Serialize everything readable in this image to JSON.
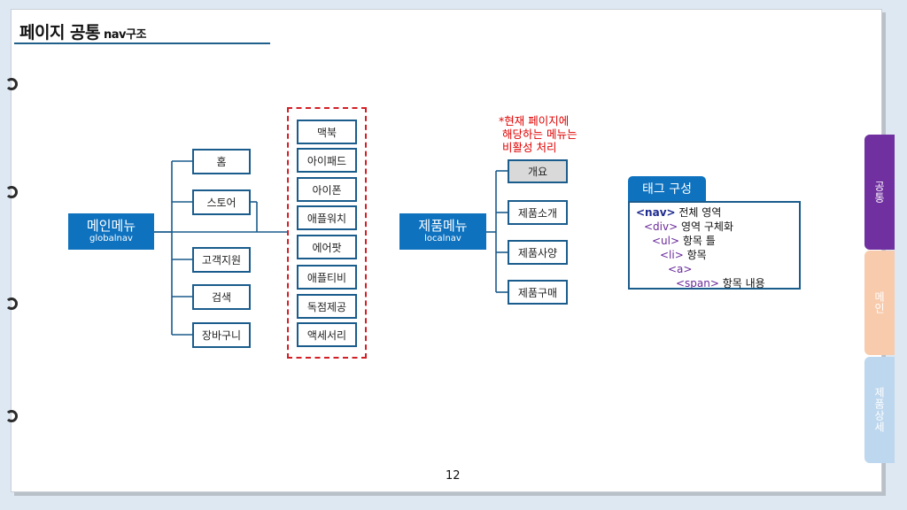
{
  "title": {
    "main": "페이지 공통",
    "sub": "nav구조"
  },
  "global_nav": {
    "title": "메인메뉴",
    "subtitle": "globalnav",
    "items": [
      "홈",
      "스토어",
      "고객지원",
      "검색",
      "장바구니"
    ]
  },
  "store_submenu": [
    "맥북",
    "아이패드",
    "아이폰",
    "애플워치",
    "에어팟",
    "애플티비",
    "독점제공",
    "액세서리"
  ],
  "local_nav": {
    "title": "제품메뉴",
    "subtitle": "localnav",
    "items": [
      "개요",
      "제품소개",
      "제품사양",
      "제품구매"
    ]
  },
  "note": "*현재 페이지에\n 해당하는 메뉴는\n 비활성 처리",
  "tag_structure": {
    "header": "태그 구성",
    "lines": [
      {
        "tag": "<nav>",
        "desc": " 전체 영역"
      },
      {
        "tag": "<div>",
        "desc": " 영역 구체화"
      },
      {
        "tag": "<ul>",
        "desc": " 항목 틀"
      },
      {
        "tag": "<li>",
        "desc": " 항목"
      },
      {
        "tag": "<a>",
        "desc": ""
      },
      {
        "tag": "<span>",
        "desc": " 항목 내용"
      }
    ]
  },
  "page_number": "12",
  "side_tabs": [
    {
      "label": "공통",
      "color": "#7030a0"
    },
    {
      "label": "메인",
      "color": "#f8cbad"
    },
    {
      "label": "제품상세",
      "color": "#bdd7ee"
    }
  ],
  "colors": {
    "accent": "#0e72bf",
    "border": "#1a5c8c",
    "note": "#e00000"
  }
}
